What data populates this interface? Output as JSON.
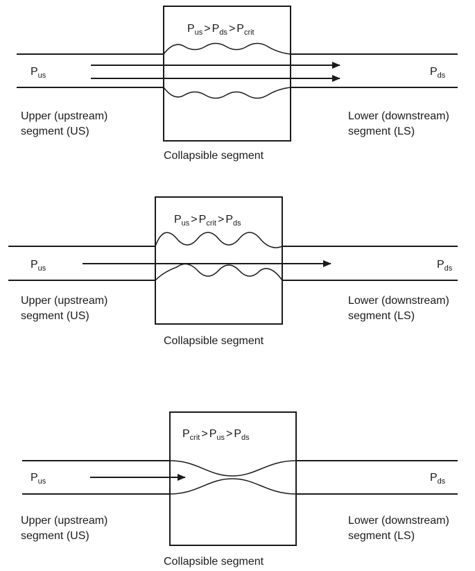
{
  "panels": [
    {
      "condition": {
        "p1": "P",
        "s1": "us",
        "op1": ">",
        "p2": "P",
        "s2": "ds",
        "op2": ">",
        "p3": "P",
        "s3": "crit"
      },
      "left_pressure": {
        "p": "P",
        "s": "us"
      },
      "right_pressure": {
        "p": "P",
        "s": "ds"
      },
      "upper_label": [
        "Upper (upstream)",
        "segment (US)"
      ],
      "lower_label": [
        "Lower (downstream)",
        "segment (LS)"
      ],
      "collapsible_label": "Collapsible segment"
    },
    {
      "condition": {
        "p1": "P",
        "s1": "us",
        "op1": ">",
        "p2": "P",
        "s2": "crit",
        "op2": ">",
        "p3": "P",
        "s3": "ds"
      },
      "left_pressure": {
        "p": "P",
        "s": "us"
      },
      "right_pressure": {
        "p": "P",
        "s": "ds"
      },
      "upper_label": [
        "Upper (upstream)",
        "segment (US)"
      ],
      "lower_label": [
        "Lower (downstream)",
        "segment (LS)"
      ],
      "collapsible_label": "Collapsible segment"
    },
    {
      "condition": {
        "p1": "P",
        "s1": "crit",
        "op1": ">",
        "p2": "P",
        "s2": "us",
        "op2": ">",
        "p3": "P",
        "s3": "ds"
      },
      "left_pressure": {
        "p": "P",
        "s": "us"
      },
      "right_pressure": {
        "p": "P",
        "s": "ds"
      },
      "upper_label": [
        "Upper (upstream)",
        "segment (US)"
      ],
      "lower_label": [
        "Lower (downstream)",
        "segment (LS)"
      ],
      "collapsible_label": "Collapsible segment"
    }
  ]
}
